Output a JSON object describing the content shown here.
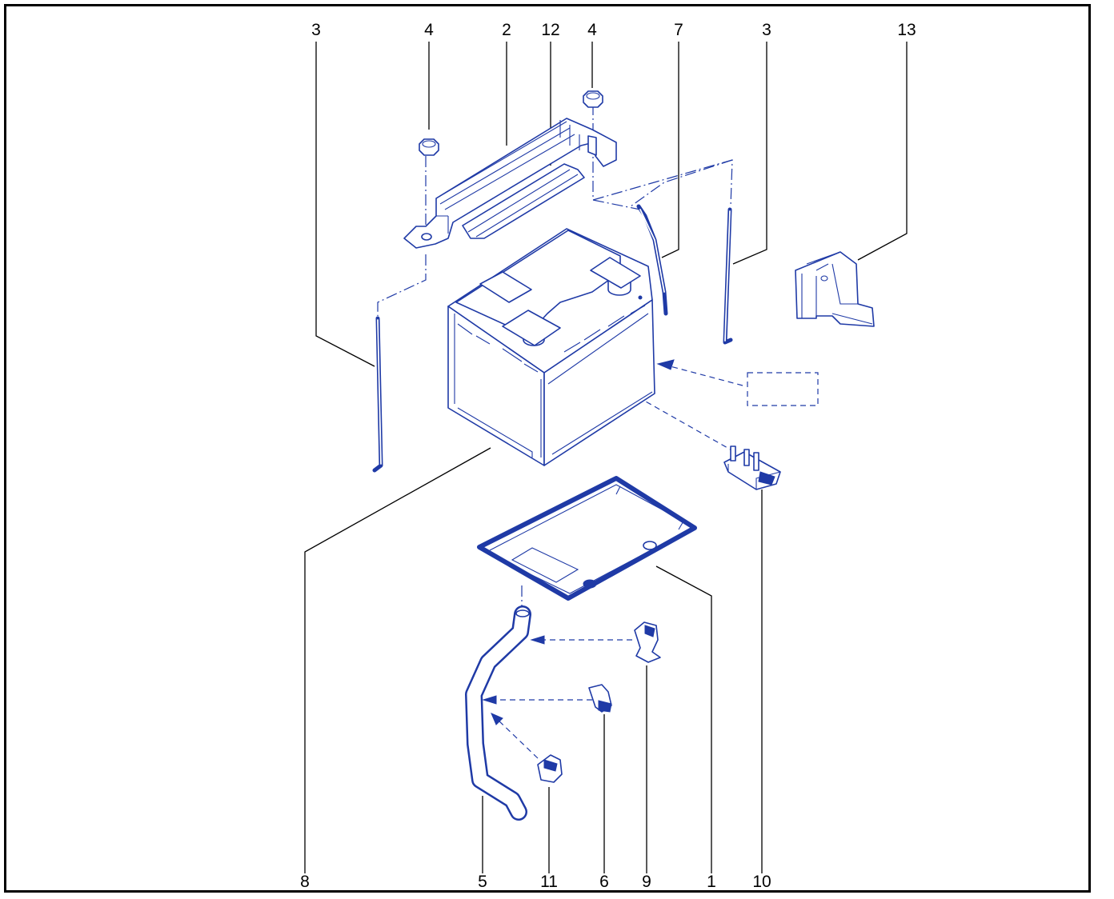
{
  "colors": {
    "part": "#1f3aa6",
    "leader": "#000000",
    "frame": "#000000"
  },
  "callouts": {
    "top": [
      {
        "id": "3-left",
        "label": "3"
      },
      {
        "id": "4-left",
        "label": "4"
      },
      {
        "id": "2",
        "label": "2"
      },
      {
        "id": "12",
        "label": "12"
      },
      {
        "id": "4-right",
        "label": "4"
      },
      {
        "id": "7",
        "label": "7"
      },
      {
        "id": "3-right",
        "label": "3"
      },
      {
        "id": "13",
        "label": "13"
      }
    ],
    "bottom": [
      {
        "id": "8",
        "label": "8"
      },
      {
        "id": "5",
        "label": "5"
      },
      {
        "id": "11",
        "label": "11"
      },
      {
        "id": "6",
        "label": "6"
      },
      {
        "id": "9",
        "label": "9"
      },
      {
        "id": "1",
        "label": "1"
      },
      {
        "id": "10",
        "label": "10"
      }
    ]
  }
}
